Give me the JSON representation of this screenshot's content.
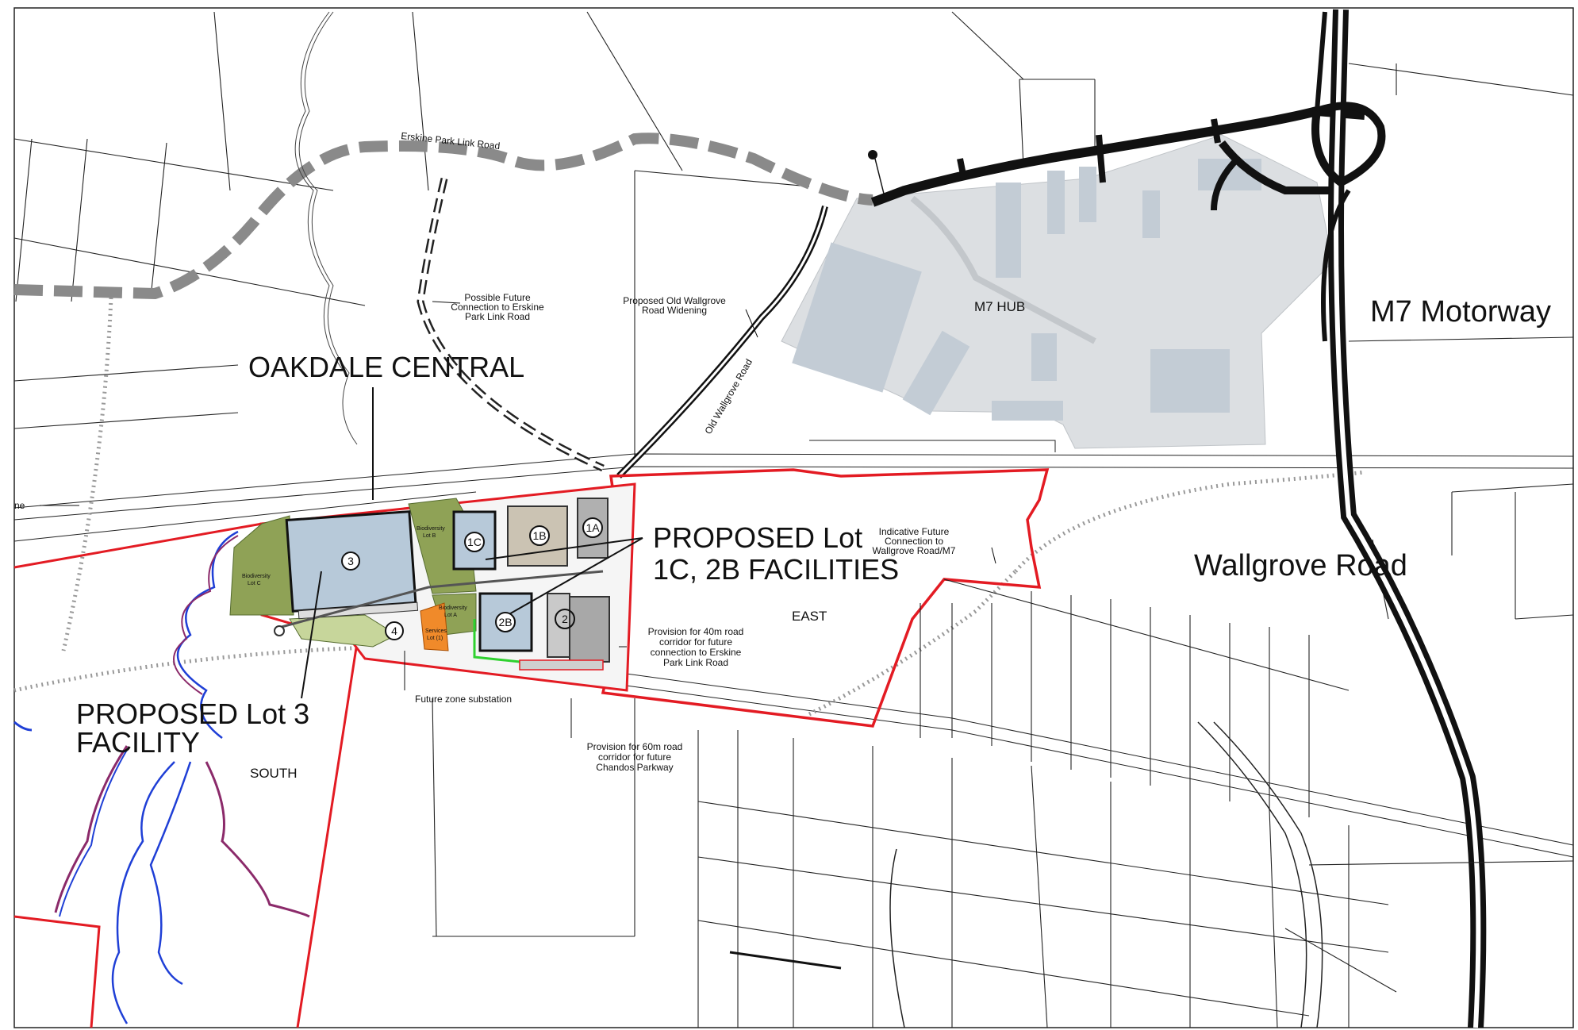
{
  "labels": {
    "oakdale_central": "OAKDALE CENTRAL",
    "proposed_lot1c_line1": "PROPOSED Lot",
    "proposed_lot1c_line2": "1C, 2B FACILITIES",
    "proposed_lot3_line1": "PROPOSED Lot 3",
    "proposed_lot3_line2": "FACILITY",
    "m7_motorway": "M7 Motorway",
    "m7_hub": "M7 HUB",
    "wallgrove_road": "Wallgrove Road",
    "east": "EAST",
    "south": "SOUTH",
    "erskine_park_link_road": "Erskine Park Link Road",
    "old_wallgrove_road": "Old Wallgrove Road",
    "future_erskine_1": "Possible Future",
    "future_erskine_2": "Connection to Erskine",
    "future_erskine_3": "Park Link Road",
    "old_wallgrove_widening_1": "Proposed Old Wallgrove",
    "old_wallgrove_widening_2": "Road Widening",
    "indicative_1": "Indicative Future",
    "indicative_2": "Connection to",
    "indicative_3": "Wallgrove Road/M7",
    "corridor40_1": "Provision for 40m road",
    "corridor40_2": "corridor for future",
    "corridor40_3": "connection to Erskine",
    "corridor40_4": "Park Link Road",
    "substation": "Future zone substation",
    "corridor60_1": "Provision for 60m road",
    "corridor60_2": "corridor for future",
    "corridor60_3": "Chandos Parkway",
    "line_fragment": "ne",
    "biodiversity_c_1": "Biodiversity",
    "biodiversity_c_2": "Lot C",
    "biodiversity_b_1": "Biodiversity",
    "biodiversity_b_2": "Lot B",
    "biodiversity_a_1": "Biodiversity",
    "biodiversity_a_2": "Lot A",
    "services_1": "Services",
    "services_2": "Lot (1)"
  },
  "lots": {
    "lot3": "3",
    "lot4": "4",
    "lot1a": "1A",
    "lot1b": "1B",
    "lot1c": "1C",
    "lot2b": "2B",
    "lot2a": "2"
  },
  "colors": {
    "site_boundary": "#e31b23",
    "building_fill": "#b7c9d9",
    "biodiversity_green": "#8fa256",
    "services_orange": "#f08a2a",
    "m7_hub_grey": "#d9dcdf",
    "waterway_blue": "#1f3fd6",
    "waterway_purple": "#8b2a6a",
    "planned_road_grey": "#8a8a8a"
  }
}
